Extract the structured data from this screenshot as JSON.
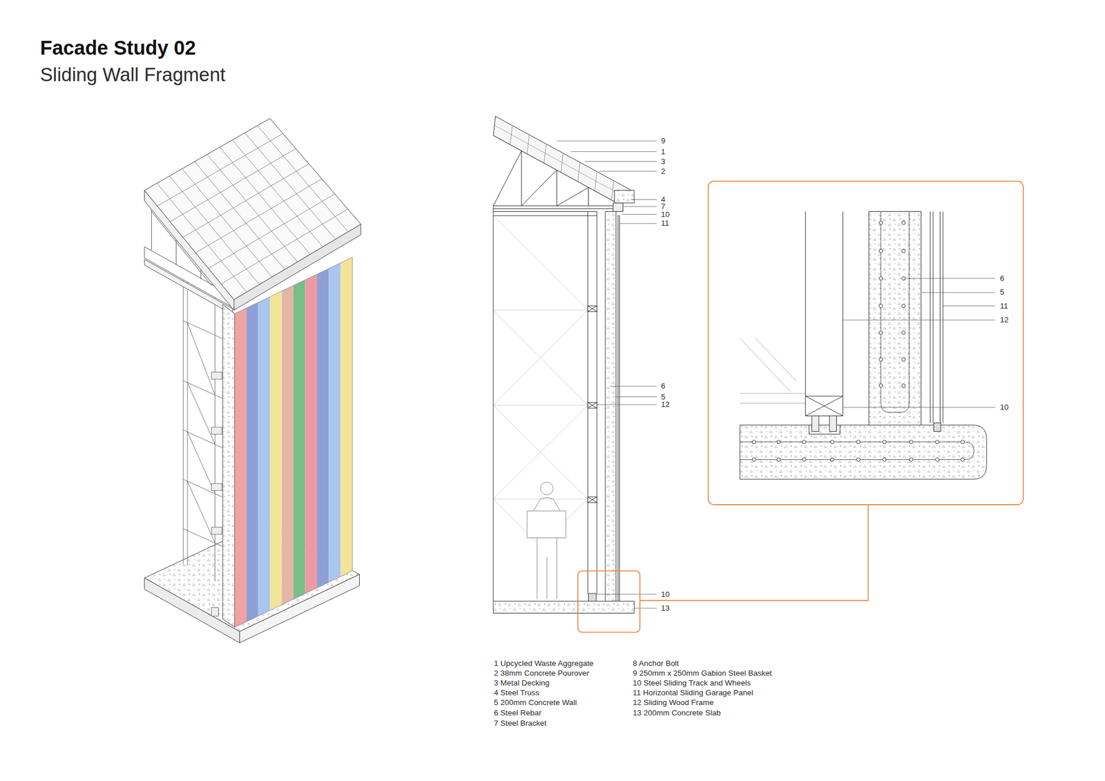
{
  "diagram": {
    "title": "Facade Study 02",
    "labels": [
      "Sliding Wall Fragment",
      "9",
      "1",
      "3",
      "2",
      "4",
      "7",
      "10",
      "11",
      "6",
      "5",
      "12",
      "10",
      "13",
      "6",
      "5",
      "11",
      "12",
      "10",
      "1 Upcycled Waste Aggregate",
      "2 38mm Concrete Pourover",
      "3 Metal Decking",
      "4 Steel Truss",
      "5 200mm Concrete Wall",
      "6 Steel Rebar",
      "7 Steel Bracket",
      "8 Anchor Bolt",
      "9 250mm x 250mm Gabion Steel Basket",
      "10 Steel Sliding Track and Wheels",
      "11 Horizontal Sliding Garage Panel",
      "12 Sliding Wood Frame",
      "13 200mm Concrete Slab"
    ]
  }
}
